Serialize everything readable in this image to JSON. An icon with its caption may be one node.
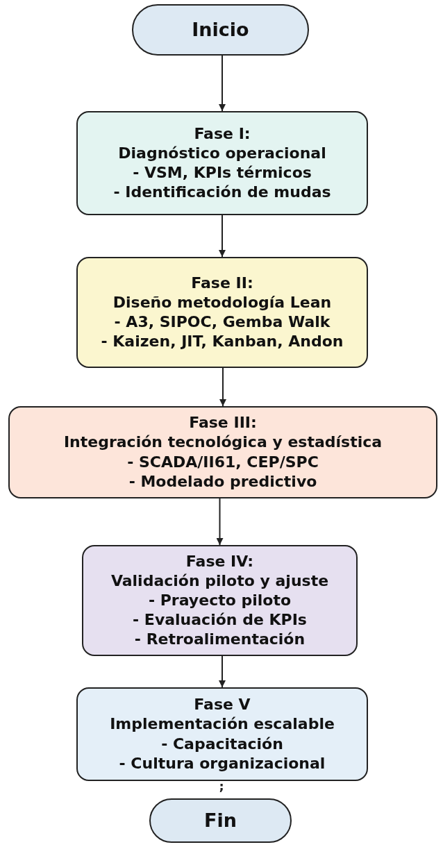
{
  "diagram": {
    "nodes": [
      {
        "text": [
          "Inicio"
        ]
      },
      {
        "text": [
          "Fase I:",
          "Diagnóstico operacional",
          "- VSM, KPIs térmicos",
          "- Identificación de mudas"
        ]
      },
      {
        "text": [
          "Fase II:",
          "Diseño metodología Lean",
          "- A3, SIPOC, Gemba Walk",
          "- Kaizen, JIT, Kanban, Andon"
        ]
      },
      {
        "text": [
          "Fase III:",
          "Integración tecnológica y estadística",
          "- SCADA/II61, CEP/SPC",
          "- Modelado predictivo"
        ]
      },
      {
        "text": [
          "Fase IV:",
          "Validación piloto y ajuste",
          "- Prayecto piloto",
          "- Evaluación de KPIs",
          "- Retroalimentación"
        ]
      },
      {
        "text": [
          "Fase V",
          "Implementación escalable",
          "- Capacitación",
          "- Cultura organizacional"
        ]
      },
      {
        "text": [
          "Fin"
        ]
      }
    ],
    "edges": [
      {
        "from": 0,
        "to": 1,
        "arrow": "to"
      },
      {
        "from": 1,
        "to": 2,
        "arrow": "to"
      },
      {
        "from": 2,
        "to": 3,
        "arrow": "to"
      },
      {
        "from": 3,
        "to": 4,
        "arrow": "to"
      },
      {
        "from": 4,
        "to": 5,
        "arrow": "to"
      }
    ],
    "labels": [
      ";"
    ]
  }
}
